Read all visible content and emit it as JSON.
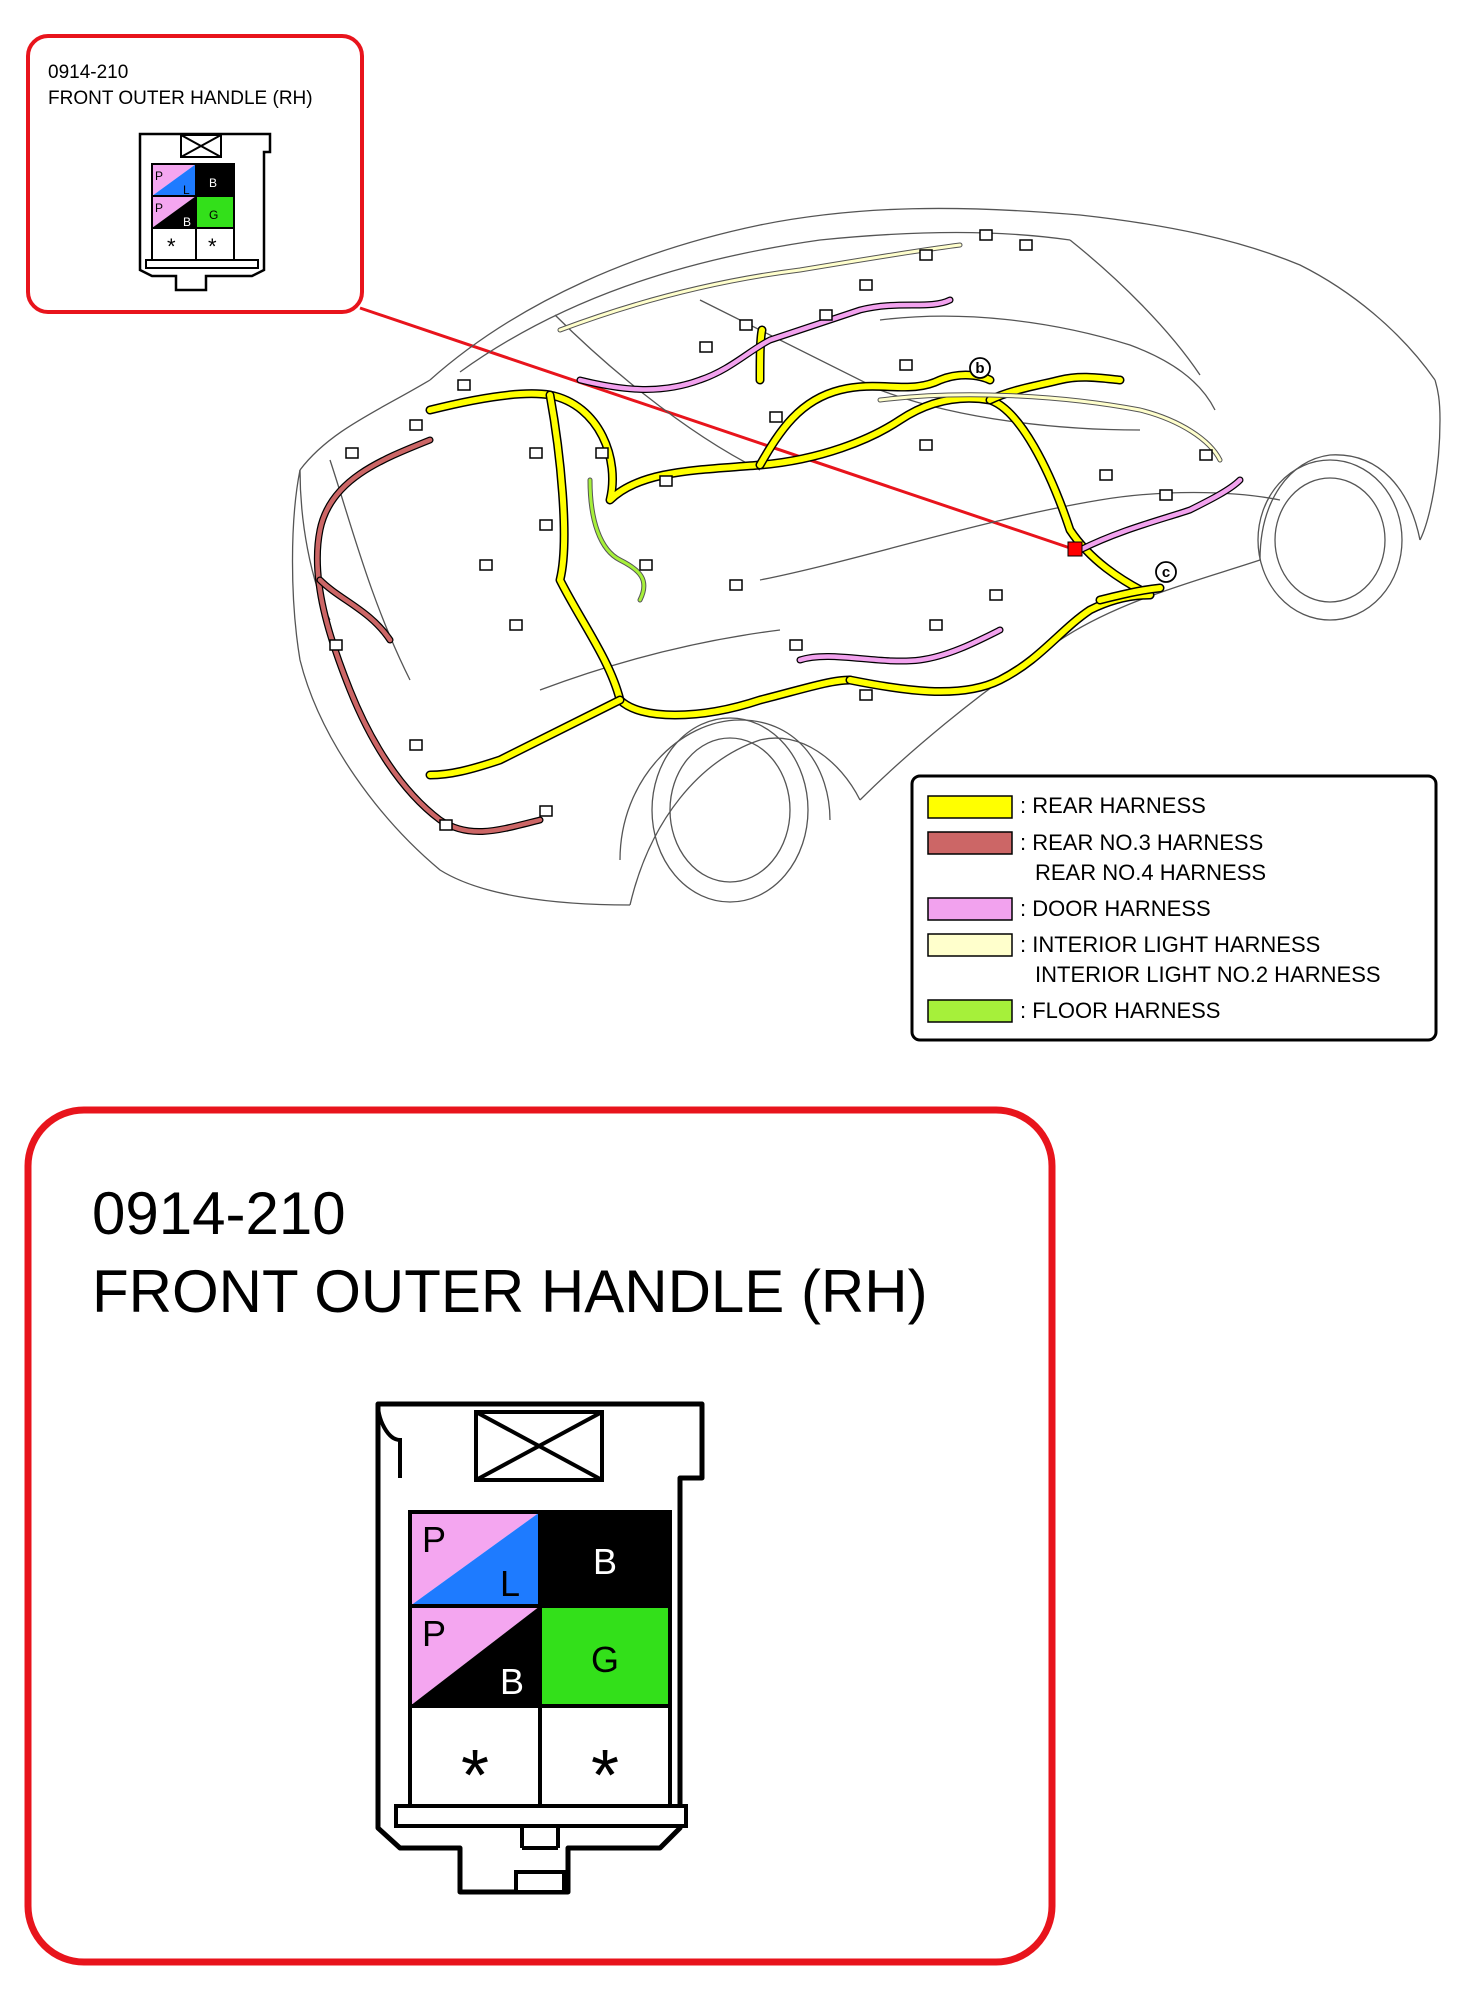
{
  "small_callout": {
    "code": "0914-210",
    "title": "FRONT OUTER HANDLE (RH)"
  },
  "large_callout": {
    "code": "0914-210",
    "title": "FRONT OUTER HANDLE (RH)"
  },
  "connector": {
    "pins": [
      {
        "top_label": "P",
        "bottom_label": "L",
        "top_color": "#F4A6F0",
        "bottom_color": "#1E7BFF"
      },
      {
        "label": "B",
        "color": "#000000",
        "text_color": "#FFFFFF"
      },
      {
        "top_label": "P",
        "bottom_label": "B",
        "top_color": "#F4A6F0",
        "bottom_color": "#000000"
      },
      {
        "label": "G",
        "color": "#33E01A",
        "text_color": "#000000"
      },
      {
        "label": "*",
        "color": "#FFFFFF",
        "text_color": "#000000"
      },
      {
        "label": "*",
        "color": "#FFFFFF",
        "text_color": "#000000"
      }
    ]
  },
  "markers": {
    "b": "b",
    "c": "c"
  },
  "legend": {
    "items": [
      {
        "color": "#FFFF00",
        "lines": [
          ": REAR HARNESS"
        ]
      },
      {
        "color": "#CC6666",
        "lines": [
          ": REAR NO.3 HARNESS",
          "REAR NO.4 HARNESS"
        ]
      },
      {
        "color": "#F2A2EE",
        "lines": [
          ": DOOR HARNESS"
        ]
      },
      {
        "color": "#FFFFCC",
        "lines": [
          ": INTERIOR LIGHT HARNESS",
          "INTERIOR LIGHT NO.2 HARNESS"
        ]
      },
      {
        "color": "#A6F03A",
        "lines": [
          ": FLOOR HARNESS"
        ]
      }
    ]
  },
  "colors": {
    "callout_border": "#E8141C",
    "rear_harness": "#FFFF00",
    "rear_no3_harness": "#CC6666",
    "door_harness": "#F2A2EE",
    "interior_light_harness": "#FFFFCC",
    "floor_harness": "#A6F03A",
    "location_marker": "#FF0000"
  }
}
